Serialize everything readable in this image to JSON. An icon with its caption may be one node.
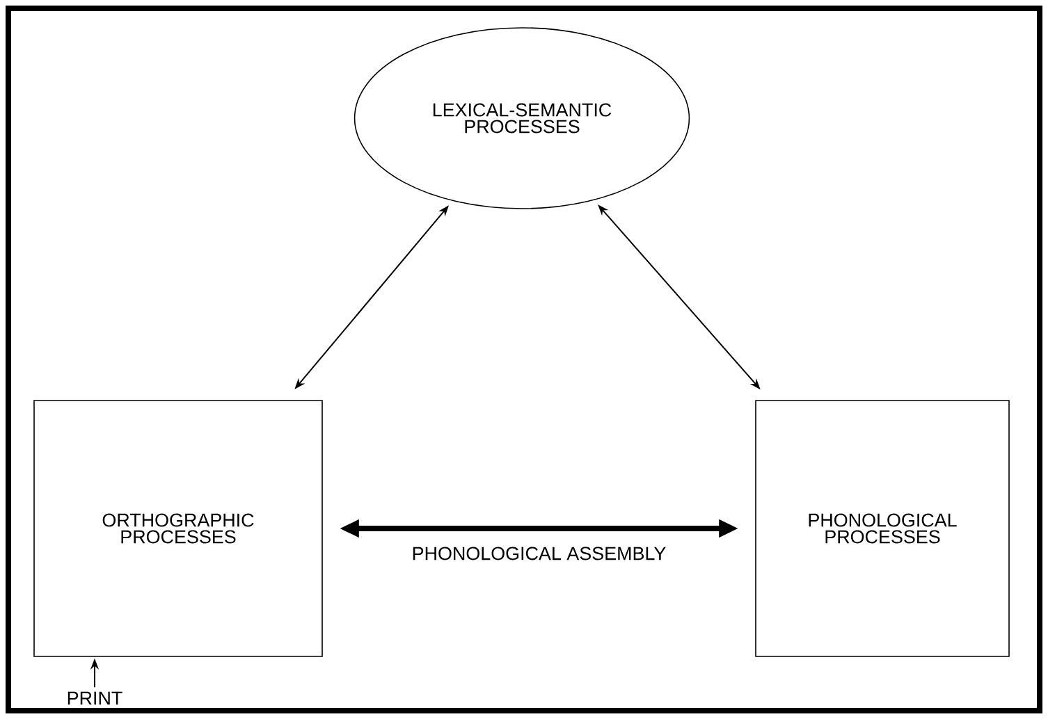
{
  "diagram": {
    "nodes": [
      {
        "text": [
          "LEXICAL-SEMANTIC PROCESSES"
        ]
      },
      {
        "text": [
          "ORTHOGRAPHIC PROCESSES"
        ]
      },
      {
        "text": [
          "PHONOLOGICAL PROCESSES"
        ]
      },
      {
        "text": [
          "PRINT"
        ]
      }
    ],
    "edges": [
      {
        "from": 0,
        "to": 1,
        "arrow": "both"
      },
      {
        "from": 0,
        "to": 2,
        "arrow": "both"
      },
      {
        "from": 1,
        "to": 2,
        "arrow": "both",
        "style": "thick",
        "label": "PHONOLOGICAL ASSEMBLY"
      },
      {
        "from": 3,
        "to": 1,
        "arrow": "to"
      }
    ]
  }
}
